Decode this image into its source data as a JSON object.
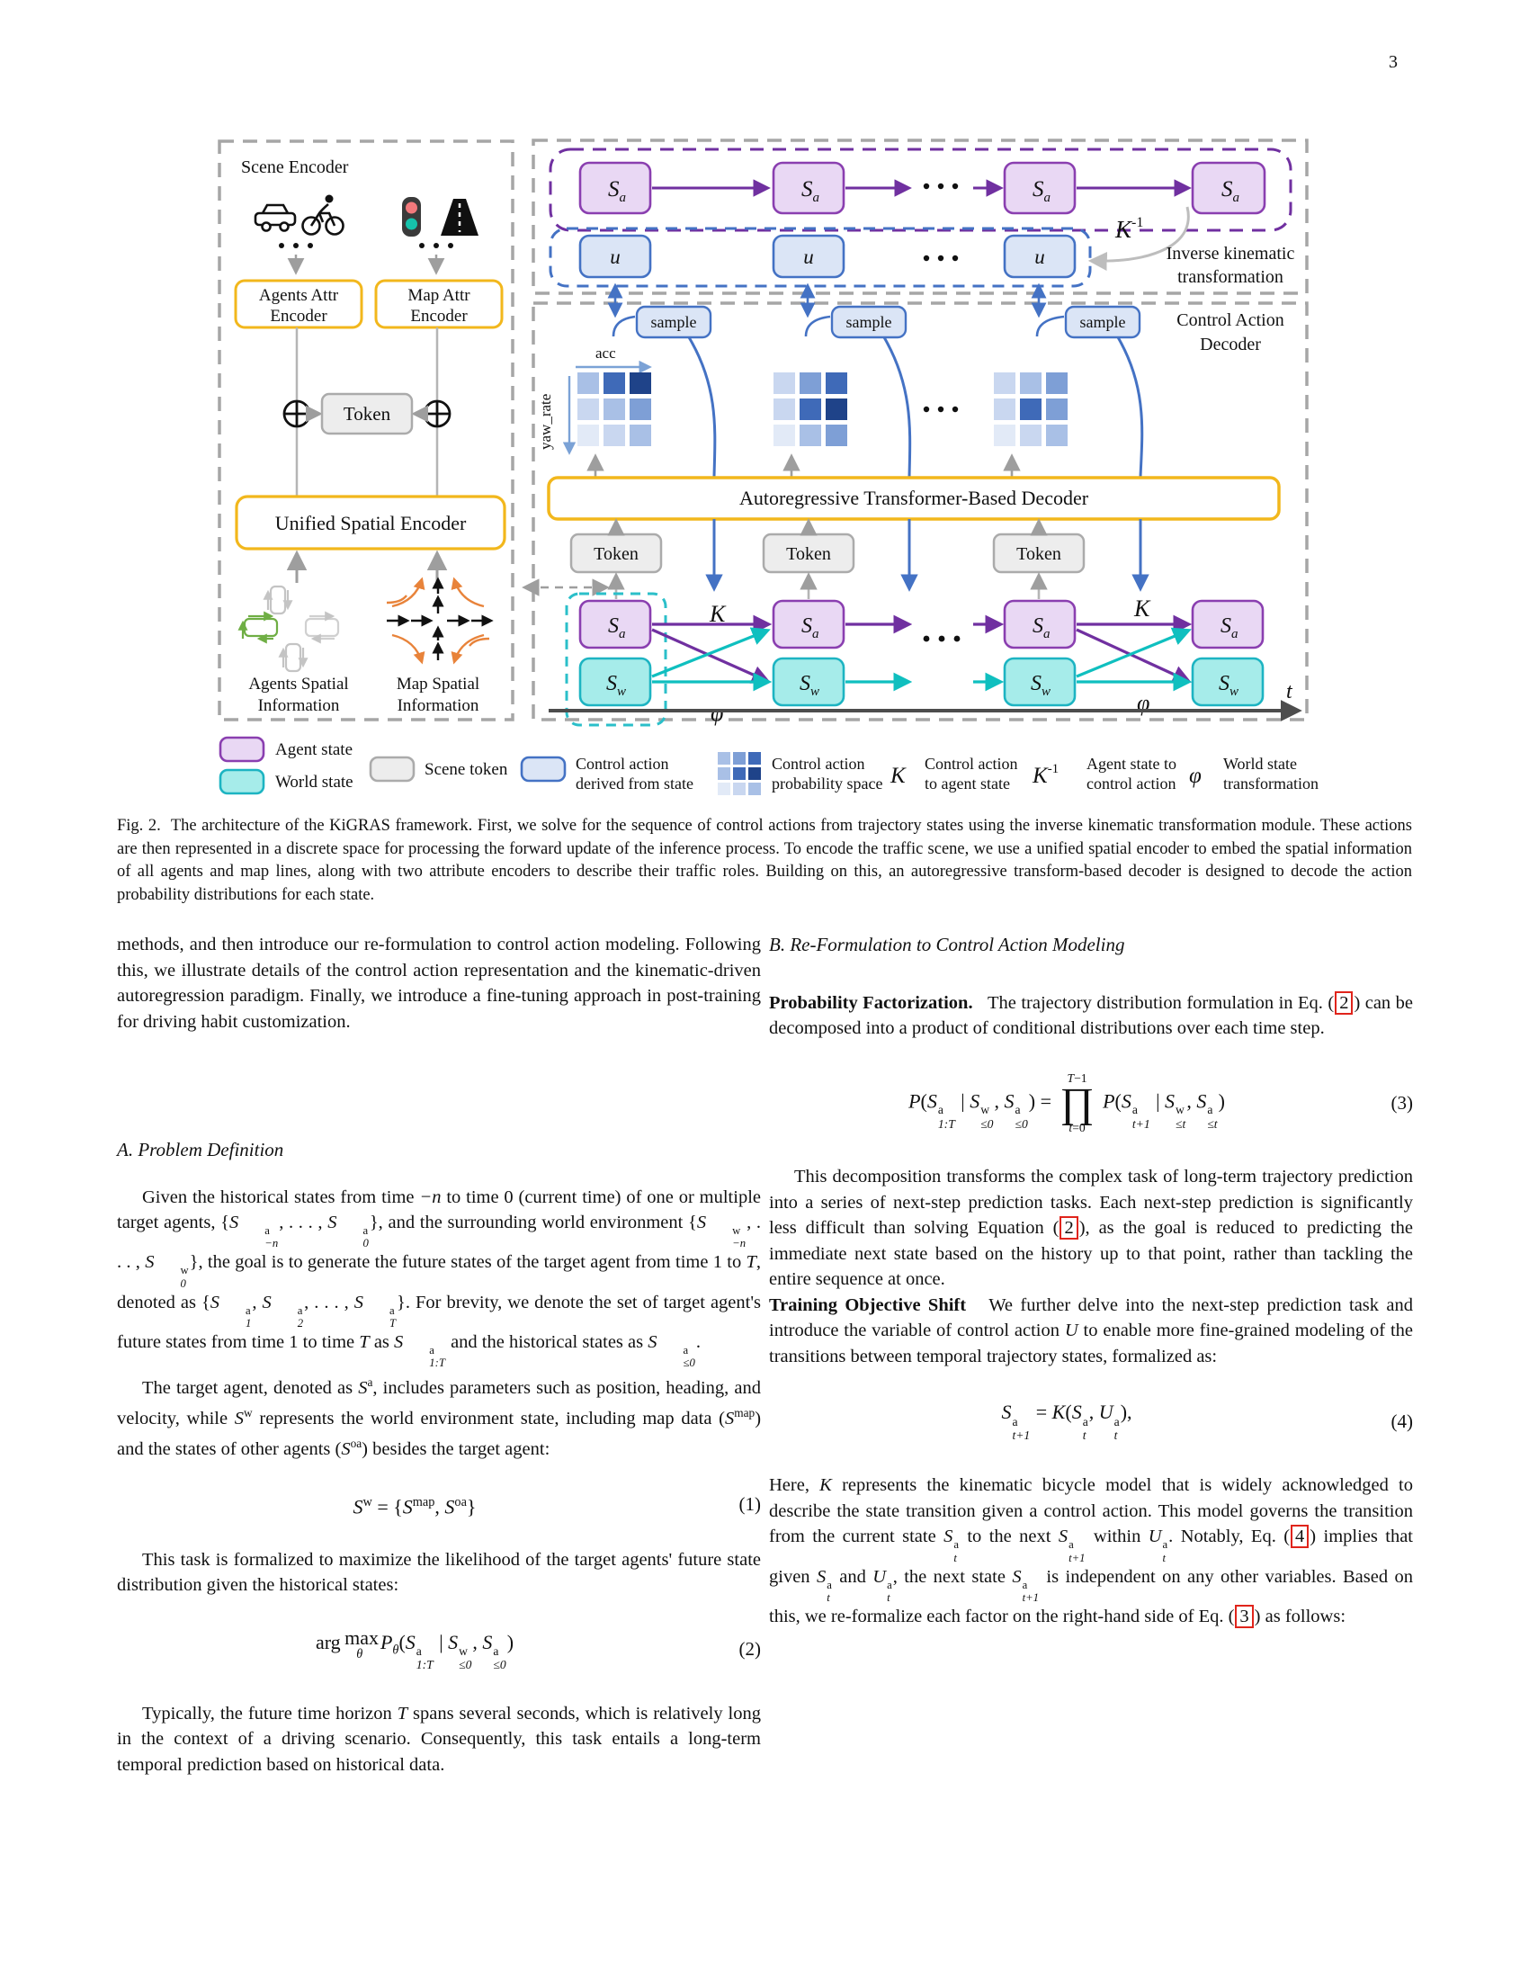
{
  "page": {
    "number": "3"
  },
  "figure": {
    "scene_encoder": {
      "title": "Scene Encoder",
      "agents_attr_l1": "Agents Attr",
      "agents_attr_l2": "Encoder",
      "map_attr_l1": "Map Attr",
      "map_attr_l2": "Encoder",
      "unified": "Unified Spatial Encoder",
      "agents_spatial_l1": "Agents Spatial",
      "agents_spatial_l2": "Information",
      "map_spatial_l1": "Map Spatial",
      "map_spatial_l2": "Information"
    },
    "labels": {
      "S": "S",
      "a": "a",
      "w": "w",
      "u": "u",
      "K": "K",
      "K_sup": "-1",
      "phi": "φ",
      "t": "t",
      "token": "Token",
      "sample": "sample",
      "acc": "acc",
      "yaw_rate": "yaw_rate",
      "inv1": "Inverse kinematic",
      "inv2": "transformation",
      "cad1": "Control Action",
      "cad2": "Decoder",
      "decoder": "Autoregressive Transformer-Based Decoder"
    },
    "legend": {
      "agent_state": "Agent state",
      "world_state": "World state",
      "scene_token": "Scene token",
      "ca_derived1": "Control action",
      "ca_derived2": "derived from state",
      "ca_prob1": "Control action",
      "ca_prob2": "probability space",
      "k1": "Control action",
      "k2": "to agent state",
      "kinv1": "Agent state to",
      "kinv2": "control action",
      "phi1": "World state",
      "phi2": "transformation"
    },
    "colors": {
      "agent_fill": "#e9d8f4",
      "agent_stroke": "#8a3fb0",
      "agent_arrow": "#7030a0",
      "world_fill": "#a6ecea",
      "world_stroke": "#1db4c2",
      "world_arrow": "#0fbfbf",
      "action_fill": "#dbe5f6",
      "action_stroke": "#4472c4",
      "token_fill": "#ededed",
      "token_stroke": "#ababab",
      "encoder_yellow": "#f2b71c",
      "dash_gray": "#a6a6a6",
      "ref_red": "#e0241b"
    },
    "prob_grids": {
      "palette": {
        "c1": "#e2eaf7",
        "c2": "#c9d7f0",
        "c3": "#a9c0e6",
        "c4": "#7e9fd6",
        "c5": "#3f6ab8",
        "c6": "#1f4389"
      },
      "grids": {
        "grid1": [
          [
            "c3",
            "c5",
            "c6"
          ],
          [
            "c2",
            "c3",
            "c4"
          ],
          [
            "c1",
            "c2",
            "c3"
          ]
        ],
        "grid2": [
          [
            "c2",
            "c4",
            "c5"
          ],
          [
            "c2",
            "c5",
            "c6"
          ],
          [
            "c1",
            "c3",
            "c4"
          ]
        ],
        "grid3": [
          [
            "c2",
            "c3",
            "c4"
          ],
          [
            "c2",
            "c5",
            "c4"
          ],
          [
            "c1",
            "c2",
            "c3"
          ]
        ],
        "legend": [
          [
            "c3",
            "c4",
            "c5"
          ],
          [
            "c3",
            "c5",
            "c6"
          ],
          [
            "c1",
            "c2",
            "c3"
          ]
        ]
      }
    }
  },
  "caption": {
    "html": "Fig. 2.&nbsp;&nbsp;The architecture of the KiGRAS framework. First, we solve for the sequence of control actions from trajectory states using the inverse kinematic transformation module. These actions are then represented in a discrete space for processing the forward update of the inference process. To encode the traffic scene, we use a unified spatial encoder to embed the spatial information of all agents and map lines, along with two attribute encoders to describe their traffic roles. Building on this, an autoregressive transform-based decoder is designed to decode the action probability distributions for each state."
  },
  "left_column": {
    "p1": "methods, and then introduce our re-formulation to control action modeling. Following this, we illustrate details of the control action representation and the kinematic-driven autoregression paradigm. Finally, we introduce a fine-tuning approach in post-training for driving habit customization.",
    "secA": "A. Problem Definition",
    "p2": "Given the historical states from time <i>−n</i> to time 0 (current time) of one or multiple target agents, {<i>S</i><span class='ss'><span class='t'>a</span><span class='b'>−n</span></span>, . . . , <i>S</i><span class='ss'><span class='t'>a</span><span class='b'>0</span></span>}, and the surrounding world environment {<i>S</i><span class='ss'><span class='t'>w</span><span class='b'>−n</span></span>, . . . , <i>S</i><span class='ss'><span class='t'>w</span><span class='b'>0</span></span>}, the goal is to generate the future states of the target agent from time 1 to <i>T</i>, denoted as {<i>S</i><span class='ss'><span class='t'>a</span><span class='b'>1</span></span>, <i>S</i><span class='ss'><span class='t'>a</span><span class='b'>2</span></span>, . . . , <i>S</i><span class='ss'><span class='t'>a</span><span class='b'>T</span></span>}. For brevity, we denote the set of target agent's future states from time 1 to time <i>T</i> as <i>S</i><span class='ss'><span class='t'>a</span><span class='b'>1:T</span></span> and the historical states as <i>S</i><span class='ss'><span class='t'>a</span><span class='b'>≤0</span></span>.",
    "p3": "The target agent, denoted as <i>S</i><sup>a</sup>, includes parameters such as position, heading, and velocity, while <i>S</i><sup>w</sup> represents the world environment state, including map data (<i>S</i><sup>map</sup>) and the states of other agents (<i>S</i><sup>oa</sup>) besides the target agent:",
    "eq1": {
      "body": "<i>S</i><sup>w</sup> = {<i>S</i><sup>map</sup>, <i>S</i><sup>oa</sup>}",
      "num": "(1)"
    },
    "p4": "This task is formalized to maximize the likelihood of the target agents' future state distribution given the historical states:",
    "eq2": {
      "body": "arg<span class='lim'><span class='base'>&#8201;max</span><span class='under'><i>θ</i></span></span><i>P</i><sub><i>θ</i></sub>(<i>S</i><span class='ss'><span class='t'>a</span><span class='b'>1:T</span></span> | <i>S</i><span class='ss'><span class='t'>w</span><span class='b'>≤0</span></span>, <i>S</i><span class='ss'><span class='t'>a</span><span class='b'>≤0</span></span>)",
      "num": "(2)"
    },
    "p5": "Typically, the future time horizon <i>T</i> spans several seconds, which is relatively long in the context of a driving scenario. Consequently, this task entails a long-term temporal prediction based on historical data."
  },
  "right_column": {
    "secB": "B. Re-Formulation to Control Action Modeling",
    "p1": "<b>Probability Factorization.</b>&nbsp;&nbsp;&nbsp;The trajectory distribution formulation in Eq. (<span class='eqref' data-name='eq-ref-2' data-interactable='true'>2</span>) can be decomposed into a product of conditional distributions over each time step.",
    "eq3": {
      "body": "<i>P</i>(<i>S</i><span class='ss'><span class='t'>a</span><span class='b'>1:T</span></span> | <i>S</i><span class='ss'><span class='t'>w</span><span class='b'>≤0</span></span>, <i>S</i><span class='ss'><span class='t'>a</span><span class='b'>≤0</span></span>) = <span class='prod'><span class='t'><i>T</i>−1</span><span class='sym'>∏</span><span class='b'><i>t</i>=0</span></span> <i>P</i>(<i>S</i><span class='ss'><span class='t'>a</span><span class='b'>t+1</span></span> | <i>S</i><span class='ss'><span class='t'>w</span><span class='b'>≤t</span></span>, <i>S</i><span class='ss'><span class='t'>a</span><span class='b'>≤t</span></span>)",
      "num": "(3)"
    },
    "p2": "This decomposition transforms the complex task of long-term trajectory prediction into a series of next-step prediction tasks. Each next-step prediction is significantly less difficult than solving Equation (<span class='eqref' data-name='eq-ref-2b' data-interactable='true'>2</span>), as the goal is reduced to predicting the immediate next state based on the history up to that point, rather than tackling the entire sequence at once.",
    "p3": "<b>Training Objective Shift</b>&nbsp;&nbsp;&nbsp;We further delve into the next-step prediction task and introduce the variable of control action <i>U</i> to enable more fine-grained modeling of the transitions between temporal trajectory states, formalized as:",
    "eq4": {
      "body": "<i>S</i><span class='ss'><span class='t'>a</span><span class='b'>t+1</span></span> = <i>K</i>(<i>S</i><span class='ss'><span class='t'>a</span><span class='b'>t</span></span>, <i>U</i><span class='ss'><span class='t'>a</span><span class='b'>t</span></span>),",
      "num": "(4)"
    },
    "p4": "Here, <i>K</i> represents the kinematic bicycle model that is widely acknowledged to describe the state transition given a control action. This model governs the transition from the current state <i>S</i><span class='ss'><span class='t'>a</span><span class='b'>t</span></span> to the next <i>S</i><span class='ss'><span class='t'>a</span><span class='b'>t+1</span></span> within <i>U</i><span class='ss'><span class='t'>a</span><span class='b'>t</span></span>. Notably, Eq. (<span class='eqref' data-name='eq-ref-4' data-interactable='true'>4</span>) implies that given <i>S</i><span class='ss'><span class='t'>a</span><span class='b'>t</span></span> and <i>U</i><span class='ss'><span class='t'>a</span><span class='b'>t</span></span>, the next state <i>S</i><span class='ss'><span class='t'>a</span><span class='b'>t+1</span></span> is independent on any other variables. Based on this, we re-formalize each factor on the right-hand side of Eq. (<span class='eqref' data-name='eq-ref-3' data-interactable='true'>3</span>) as follows:"
  }
}
